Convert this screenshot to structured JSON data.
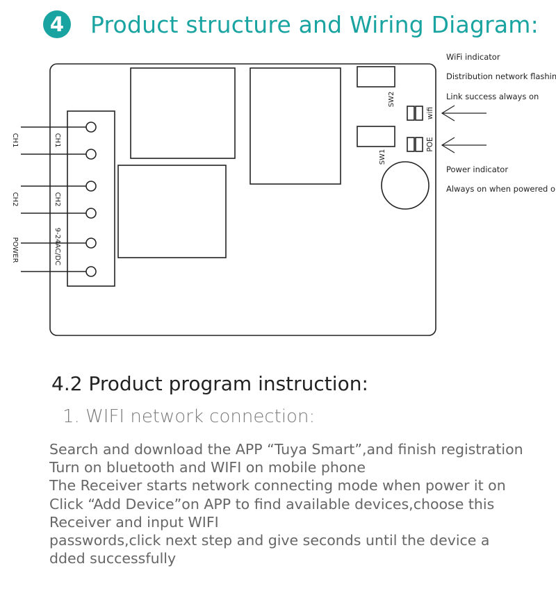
{
  "header": {
    "step_number": "4",
    "title": "Product structure and Wiring Diagram:"
  },
  "diagram": {
    "notes": {
      "wifi_indicator": "WiFi indicator",
      "distribution_flashing": "Distribution network flashing",
      "link_success": "Link success always on",
      "power_indicator": "Power indicator",
      "always_on_powered": "Always on when powered on"
    },
    "labels": {
      "sw2": "SW2",
      "sw1": "SW1",
      "wifi": "wifi",
      "poe": "POE",
      "ch1_left": "CH1",
      "ch1_block": "CH1",
      "ch2_left": "CH2",
      "ch2_block": "CH2",
      "power_left": "POWER",
      "power_block": "9-24AC/DC"
    }
  },
  "section": {
    "title": "4.2 Product program instruction:",
    "subtitle": "1. WIFI network connection:",
    "lines": [
      "Search and download the APP “Tuya Smart”,and finish registration",
      "Turn on bluetooth and WIFI on mobile phone",
      "The Receiver starts network connecting mode when power it on",
      "Click “Add Device”on APP to find available devices,choose this",
      "Receiver and input WIFI",
      "passwords,click next step and give seconds until the device a",
      "dded successfully"
    ]
  },
  "colors": {
    "accent": "#1aa4a1",
    "line": "#222222",
    "body_text": "#666666"
  }
}
